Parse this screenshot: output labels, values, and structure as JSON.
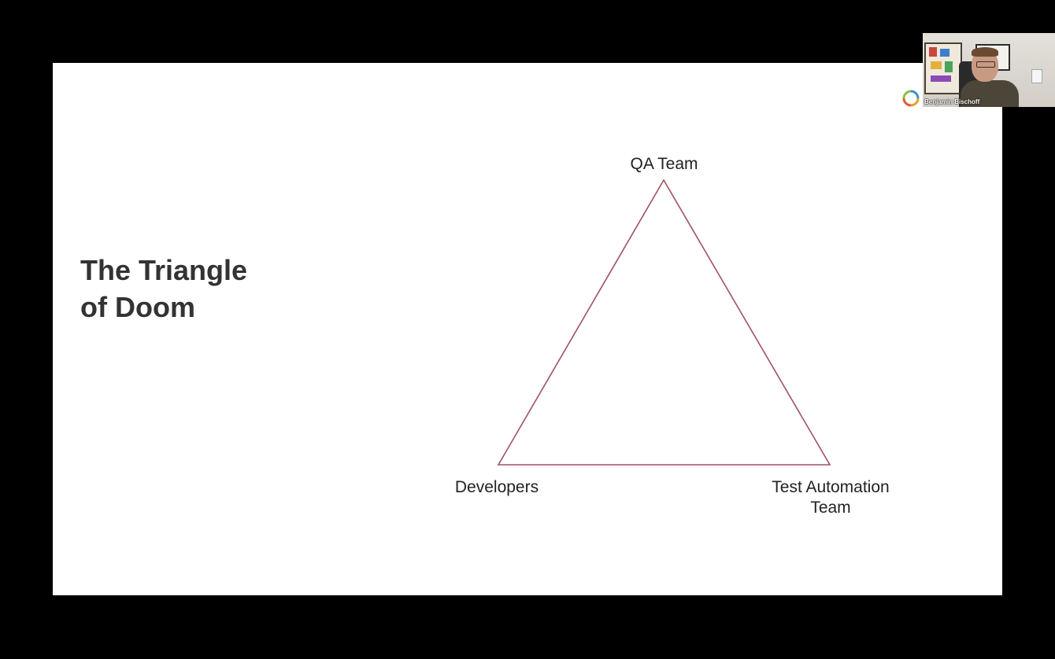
{
  "slide": {
    "title_lines": [
      "The Triangle",
      "of Doom"
    ],
    "vertices": {
      "top": "QA Team",
      "left": "Developers",
      "right_lines": [
        "Test Automation",
        "Team"
      ]
    },
    "triangle_color": "#a05260"
  },
  "video": {
    "participant_name": "Benjamin Bischoff"
  },
  "icons": {
    "app_logo": "ring-logo-icon"
  },
  "colors": {
    "background": "#000000",
    "slide": "#ffffff",
    "title_text": "#333333"
  }
}
